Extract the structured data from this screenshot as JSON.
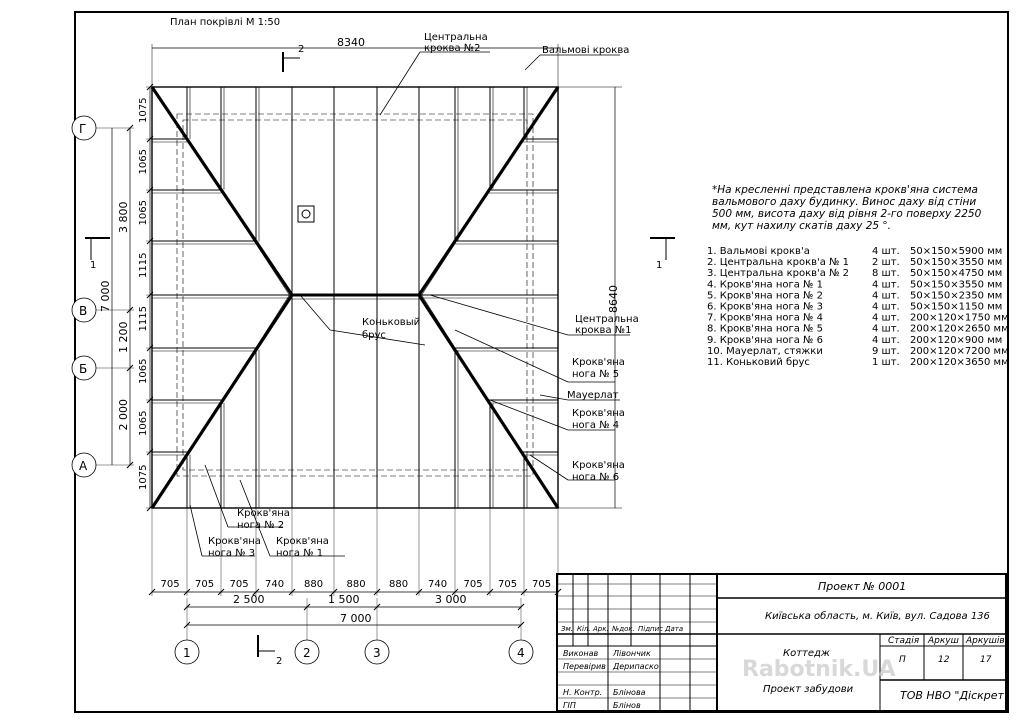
{
  "title": "План покрівлі М 1:50",
  "overall": {
    "width": "8340",
    "height": "8640"
  },
  "dims_top": [
    "705",
    "705",
    "705",
    "740",
    "880",
    "880",
    "880",
    "740",
    "705",
    "705",
    "705"
  ],
  "dims_bottom_mid": [
    "2 500",
    "1 500",
    "3 000"
  ],
  "dims_bottom_total": "7 000",
  "dims_left": [
    "1075",
    "1065",
    "1065",
    "1115",
    "1115",
    "1065",
    "1065",
    "1075"
  ],
  "dims_left_mid": [
    "3 800",
    "1 200",
    "2 000"
  ],
  "dims_left_total": "7 000",
  "axes_v": [
    "1",
    "2",
    "3",
    "4"
  ],
  "axes_h": [
    "Г",
    "В",
    "Б",
    "А"
  ],
  "sections": {
    "s2": "2",
    "s1": "1"
  },
  "labels": {
    "central2": [
      "Центральна",
      "кроква №2"
    ],
    "hip": "Вальмові кроква",
    "central1": [
      "Центральна",
      "кроква №1"
    ],
    "ridge": [
      "Коньковый",
      "брус"
    ],
    "leg5": [
      "Крокв'яна",
      "нога № 5"
    ],
    "mauer": "Мауерлат",
    "leg4": [
      "Крокв'яна",
      "нога № 4"
    ],
    "leg6": [
      "Крокв'яна",
      "нога № 6"
    ],
    "leg2": [
      "Крокв'яна",
      "нога № 2"
    ],
    "leg3": [
      "Крокв'яна",
      "нога № 3"
    ],
    "leg1": [
      "Крокв'яна",
      "нога № 1"
    ]
  },
  "note": [
    "*На кресленні представлена крокв'яна система",
    "вальмового даху будинку. Винос даху від стіни",
    "500 мм, висота даху від рівня 2-го поверху 2250",
    "мм, кут нахилу скатів даху 25 °."
  ],
  "spec": [
    {
      "name": "1. Вальмові крокв'а",
      "qty": "4 шт.",
      "size": "50×150×5900 мм"
    },
    {
      "name": "2. Центральна крокв'а № 1",
      "qty": "2 шт.",
      "size": "50×150×3550 мм"
    },
    {
      "name": "3. Центральна крокв'а № 2",
      "qty": "8 шт.",
      "size": "50×150×4750 мм"
    },
    {
      "name": "4. Крокв'яна нога № 1",
      "qty": "4 шт.",
      "size": "50×150×3550 мм"
    },
    {
      "name": "5. Крокв'яна нога № 2",
      "qty": "4 шт.",
      "size": "50×150×2350 мм"
    },
    {
      "name": "6. Крокв'яна нога № 3",
      "qty": "4 шт.",
      "size": "50×150×1150 мм"
    },
    {
      "name": "7. Крокв'яна нога № 4",
      "qty": "4 шт.",
      "size": "200×120×1750 мм"
    },
    {
      "name": "8. Крокв'яна нога № 5",
      "qty": "4 шт.",
      "size": "200×120×2650 мм"
    },
    {
      "name": "9. Крокв'яна нога № 6",
      "qty": "4 шт.",
      "size": "200×120×900 мм"
    },
    {
      "name": "10. Мауерлат, стяжки",
      "qty": "9 шт.",
      "size": "200×120×7200 мм"
    },
    {
      "name": "11. Коньковий брус",
      "qty": "1 шт.",
      "size": "200×120×3650 мм"
    }
  ],
  "stamp": {
    "project": "Проект № 0001",
    "address": "Київська область, м. Київ, вул. Садова 136",
    "cols": [
      "Зм.",
      "Кіл.",
      "Арк.",
      "№док.",
      "Підпис",
      "Дата"
    ],
    "roles": [
      {
        "role": "Виконав",
        "name": "Лівончик"
      },
      {
        "role": "Перевірив",
        "name": "Дерипаско"
      },
      {
        "role": "",
        "name": ""
      },
      {
        "role": "Н. Контр.",
        "name": "Блінова"
      },
      {
        "role": "ГІП",
        "name": "Блінов"
      }
    ],
    "object": "Коттедж",
    "stage_hdr": "Стадія",
    "sheet_hdr": "Аркуш",
    "sheets_hdr": "Аркушів",
    "stage": "П",
    "sheet": "12",
    "sheets": "17",
    "doc": "Проект забудови",
    "company": "ТОВ НВО \"Діскрет\"",
    "watermark": "Rabotnik.UA"
  }
}
